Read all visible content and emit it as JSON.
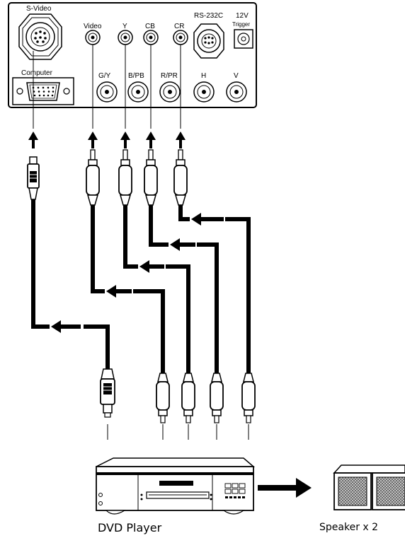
{
  "projector_panel": {
    "svideo_label": "S-Video",
    "video_label": "Video",
    "y_label": "Y",
    "cb_label": "CB",
    "cr_label": "CR",
    "rs232c_label": "RS-232C",
    "v12_label": "12V",
    "trigger_label": "Trigger",
    "computer_label": "Computer",
    "gy_label": "G/Y",
    "bpb_label": "B/PB",
    "rpr_label": "R/PR",
    "h_label": "H",
    "v_label": "V"
  },
  "devices": {
    "dvd_label": "DVD Player",
    "speaker_label": "Speaker x 2"
  },
  "colors": {
    "line": "#000000",
    "background": "#ffffff",
    "grille": "#9a9a9a"
  }
}
